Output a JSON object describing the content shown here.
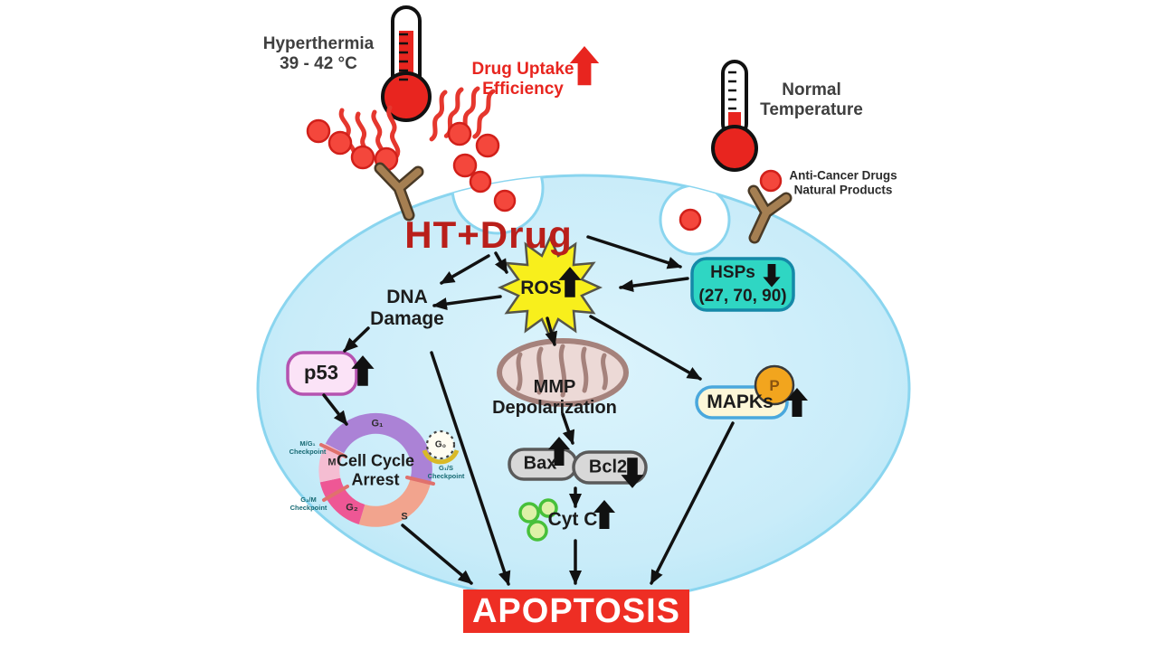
{
  "external": {
    "hyperthermia": "Hyperthermia\n39 - 42 °C",
    "drug_uptake": "Drug Uptake\nEfficiency",
    "normal_temperature": "Normal\nTemperature",
    "anti_cancer": "Anti-Cancer Drugs\nNatural Products"
  },
  "cell": {
    "ht_drug": "HT+Drug",
    "dna_damage": "DNA\nDamage",
    "ros": "ROS",
    "hsps": {
      "name": "HSPs",
      "members": "(27, 70, 90)"
    },
    "p53": "p53",
    "cell_cycle": {
      "title": "Cell Cycle\nArrest",
      "g1": "G₁",
      "s": "S",
      "g2": "G₂",
      "m": "M",
      "g0": "G₀",
      "checkpoint_mg1": "M/G₁\nCheckpoint",
      "checkpoint_g2m": "G₂/M\nCheckpoint",
      "checkpoint_g1s": "G₁/S\nCheckpoint"
    },
    "mmp": "MMP\nDepolarization",
    "bax": "Bax",
    "bcl2": "Bcl2",
    "cytc": "Cyt C",
    "mapks": "MAPKs",
    "phosphate": "P",
    "apoptosis": "APOPTOSIS"
  },
  "colors": {
    "cell_fill": "#c9ecf9",
    "cell_border": "#8ad5ef",
    "red_accent": "#e8251f",
    "dark_red_text": "#b91f1a",
    "hsps_fill": "#2fd6c3",
    "hsps_border": "#1589a8",
    "p53_fill": "#fbe3f7",
    "p53_border": "#b553b0",
    "ros_yellow": "#f8ef1c",
    "phosphate_orange": "#f2a51e",
    "pill_gray": "#d8d8d8",
    "apoptosis_red": "#ee2e24",
    "cytc_green_fill": "#def1a8",
    "cytc_green_border": "#47c03a",
    "g1_purple": "#ab82d6",
    "s_salmon": "#f2a48e",
    "g2_pink": "#ee5795",
    "m_lightpink": "#f5bdd2",
    "mapks_fill": "#fdf7d8",
    "mapks_border": "#4aa8dd"
  }
}
